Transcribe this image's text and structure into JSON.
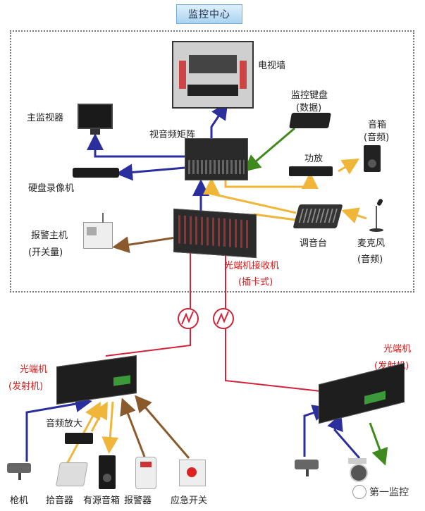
{
  "title": "监控中心",
  "labels": {
    "tv_wall": "电视墙",
    "keyboard_line1": "监控键盘",
    "keyboard_line2": "(数据)",
    "main_monitor": "主监视器",
    "matrix": "视音频矩阵",
    "speaker_line1": "音箱",
    "speaker_line2": "(音频)",
    "amplifier": "功放",
    "dvr": "硬盘录像机",
    "alarm_host_line1": "报警主机",
    "alarm_host_line2": "(开关量)",
    "mixer": "调音台",
    "mic_line1": "麦克风",
    "mic_line2": "(音频)",
    "receiver_line1": "光端机接收机",
    "receiver_line2": "(插卡式)",
    "tx_left_line1": "光端机",
    "tx_left_line2": "(发射机)",
    "tx_right_line1": "光端机",
    "tx_right_line2": "(发射机)",
    "audio_amp": "音频放大",
    "gun_camera": "枪机",
    "pickup": "拾音器",
    "active_speaker": "有源音箱",
    "alarm": "报警器",
    "emergency_switch": "应急开关",
    "watermark": "第一监控"
  },
  "colors": {
    "video": "#2b2f9e",
    "data": "#3f8a1d",
    "audio": "#f0b63a",
    "alarm": "#8a5a2c",
    "fiber": "#d0233a"
  }
}
